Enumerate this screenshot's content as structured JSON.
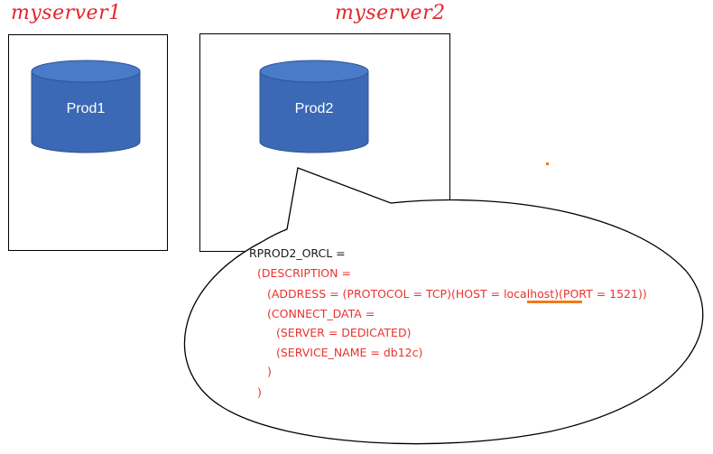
{
  "servers": [
    {
      "label": "myserver1",
      "db": "Prod1"
    },
    {
      "label": "myserver2",
      "db": "Prod2"
    }
  ],
  "callout": {
    "lines": [
      "RPROD2_ORCL =",
      "(DESCRIPTION =",
      "(ADDRESS = (PROTOCOL = TCP)(HOST = localhost)(PORT = 1521))",
      "(CONNECT_DATA =",
      "(SERVER = DEDICATED)",
      "(SERVICE_NAME = db12c)",
      ")",
      ")"
    ],
    "highlight": "localhost"
  },
  "colors": {
    "label_red": "#e3262c",
    "code_red": "#e8332f",
    "db_blue": "#3b69b5",
    "underline_orange": "#f07a1a"
  }
}
